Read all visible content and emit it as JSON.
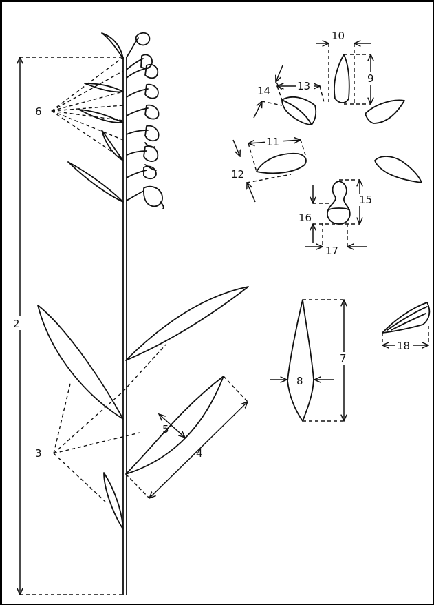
{
  "figure": {
    "labels": {
      "plant_height": "2",
      "leaf_group": "3",
      "leaf_length": "4",
      "leaf_width": "5",
      "flower_group": "6",
      "bract_length": "7",
      "bract_width": "8",
      "sepal_length": "9",
      "sepal_width": "10",
      "lateral_petal_length": "11",
      "lateral_petal_width": "12",
      "petal_length": "13",
      "petal_width": "14",
      "lip_length": "15",
      "hypochile_length": "16",
      "lip_width": "17",
      "ovary_length": "18"
    },
    "colors": {
      "ink": "#111111",
      "background": "#ffffff"
    }
  }
}
